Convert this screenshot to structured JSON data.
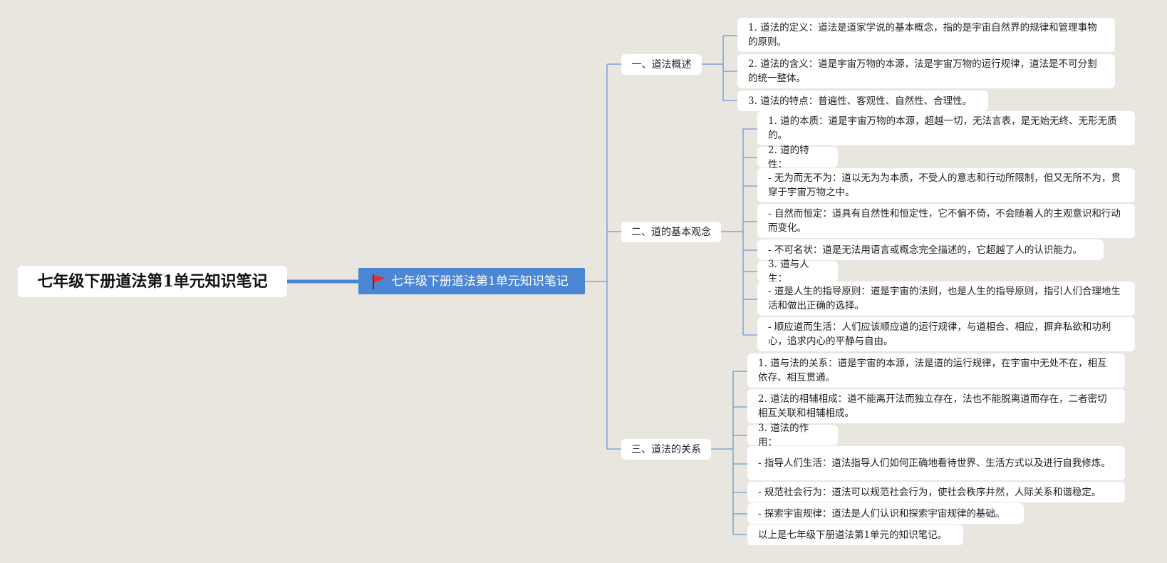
{
  "root": {
    "label": "七年级下册道法第1单元知识笔记"
  },
  "center": {
    "label": "七年级下册道法第1单元知识笔记",
    "flag_color": "#e8302a"
  },
  "colors": {
    "line": "#6a9ad8",
    "center_bg": "#4a86d4",
    "background": "#e8e6de"
  },
  "branches": [
    {
      "label": "一、道法概述",
      "leaves": [
        "1. 道法的定义：道法是道家学说的基本概念，指的是宇宙自然界的规律和管理事物的原则。",
        "2. 道法的含义：道是宇宙万物的本源，法是宇宙万物的运行规律，道法是不可分割的统一整体。",
        "3. 道法的特点：普遍性、客观性、自然性、合理性。"
      ]
    },
    {
      "label": "二、道的基本观念",
      "leaves": [
        "1. 道的本质：道是宇宙万物的本源，超越一切，无法言表，是无始无终、无形无质的。",
        "2. 道的特性：",
        "- 无为而无不为：道以无为为本质，不受人的意志和行动所限制，但又无所不为，贯穿于宇宙万物之中。",
        "- 自然而恒定：道具有自然性和恒定性，它不偏不倚，不会随着人的主观意识和行动而变化。",
        "- 不可名状：道是无法用语言或概念完全描述的，它超越了人的认识能力。",
        "3. 道与人生：",
        "- 道是人生的指导原则：道是宇宙的法则，也是人生的指导原则，指引人们合理地生活和做出正确的选择。",
        "- 顺应道而生活：人们应该顺应道的运行规律，与道相合、相应，摒弃私欲和功利心，追求内心的平静与自由。"
      ]
    },
    {
      "label": "三、道法的关系",
      "leaves": [
        "1. 道与法的关系：道是宇宙的本源，法是道的运行规律，在宇宙中无处不在，相互依存、相互贯通。",
        "2. 道法的相辅相成：道不能离开法而独立存在，法也不能脱离道而存在，二者密切相互关联和相辅相成。",
        "3. 道法的作用：",
        "- 指导人们生活：道法指导人们如何正确地看待世界、生活方式以及进行自我修炼。",
        "- 规范社会行为：道法可以规范社会行为，使社会秩序井然，人际关系和谐稳定。",
        "- 探索宇宙规律：道法是人们认识和探索宇宙规律的基础。",
        "以上是七年级下册道法第1单元的知识笔记。"
      ]
    }
  ]
}
